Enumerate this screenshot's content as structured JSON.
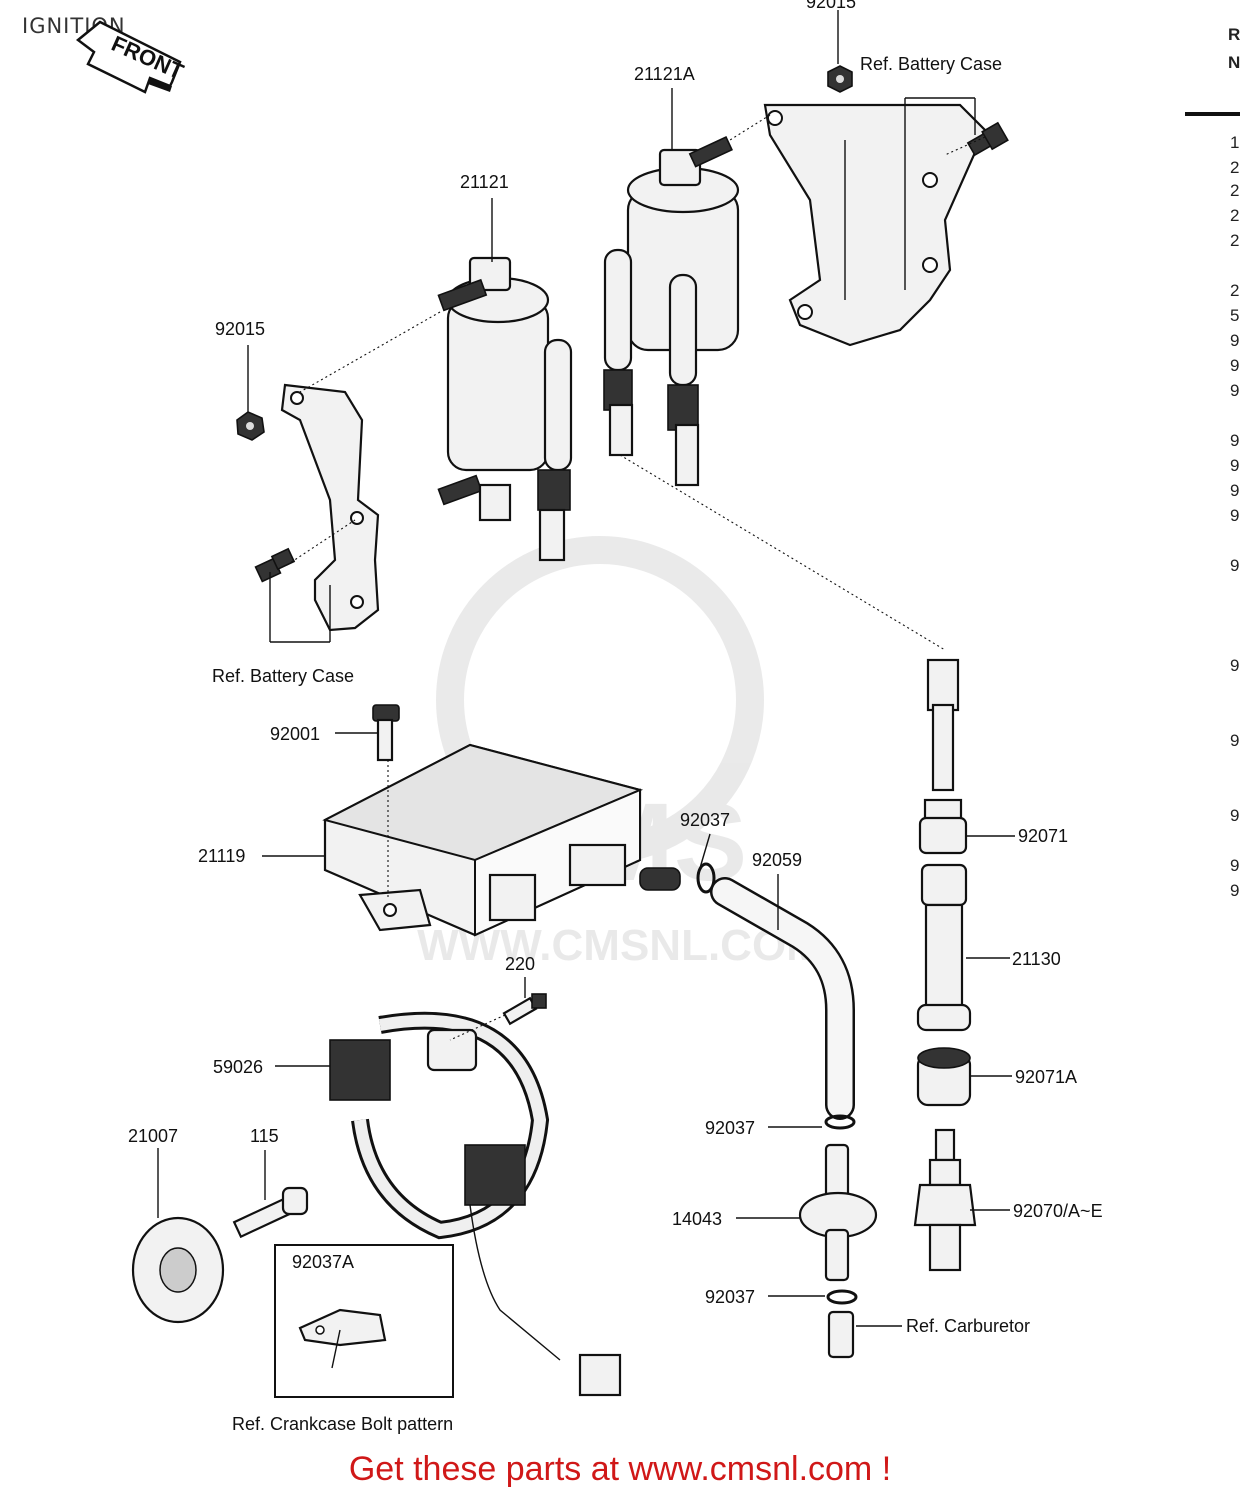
{
  "title": "IGNITION",
  "front_badge": "FRONT",
  "watermark": {
    "top": "CMS",
    "bottom": "WWW.CMSNL.COM"
  },
  "labels": {
    "l_92015_top": "92015",
    "ref_battery_top": "Ref. Battery Case",
    "l_21121A": "21121A",
    "l_21121": "21121",
    "l_92015": "92015",
    "ref_battery_left": "Ref. Battery Case",
    "l_92001": "92001",
    "l_92037_a": "92037",
    "l_92059": "92059",
    "l_21119": "21119",
    "l_92071": "92071",
    "l_21130": "21130",
    "l_220": "220",
    "l_59026": "59026",
    "l_92071A": "92071A",
    "l_21007": "21007",
    "l_115": "115",
    "l_92037_b": "92037",
    "l_14043": "14043",
    "l_92070": "92070/A~E",
    "l_92037A": "92037A",
    "l_92037_c": "92037",
    "ref_carb": "Ref. Carburetor",
    "ref_crankcase": "Ref. Crankcase Bolt pattern"
  },
  "side_table": {
    "header": [
      "R",
      "N"
    ],
    "rows": [
      "1",
      "2",
      "2",
      "2",
      "2",
      "2",
      "5",
      "9",
      "9",
      "9",
      "9",
      "9",
      "9",
      "9",
      "9",
      "9",
      "9",
      "9",
      "9",
      "9"
    ]
  },
  "footer": "Get these parts at www.cmsnl.com !"
}
